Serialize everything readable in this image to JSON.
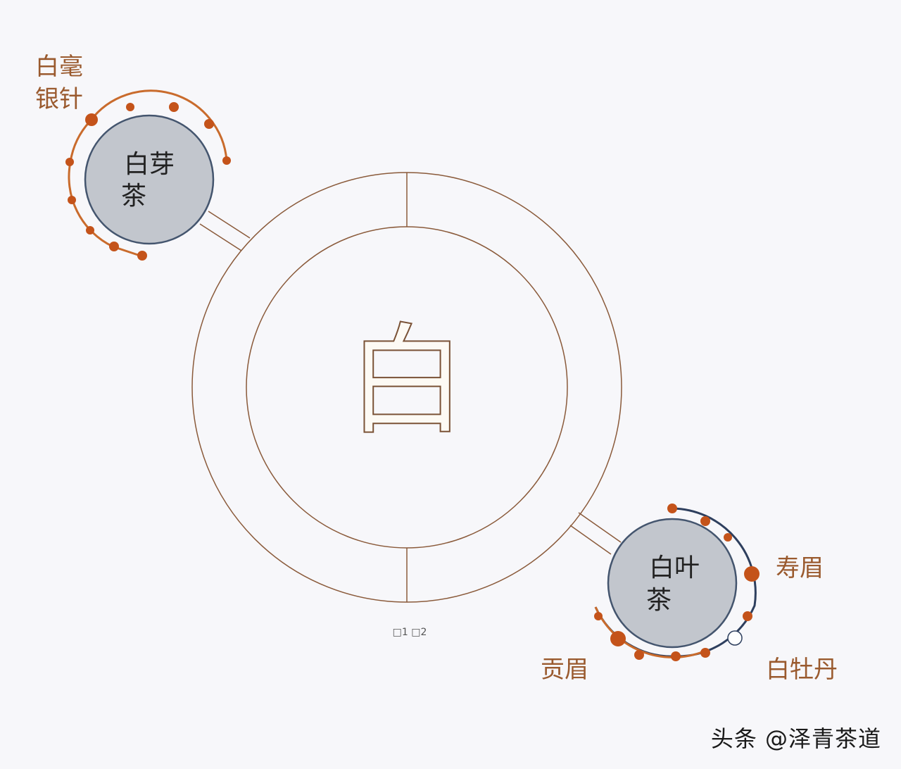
{
  "center": {
    "character": "白",
    "caption": "□1 □2"
  },
  "branches": [
    {
      "id": "bai-ya-cha",
      "node_label_line1": "白芽",
      "node_label_line2": "茶",
      "varieties": [
        {
          "label_line1": "白毫",
          "label_line2": "银针"
        }
      ]
    },
    {
      "id": "bai-ye-cha",
      "node_label_line1": "白叶",
      "node_label_line2": "茶",
      "varieties": [
        {
          "label_line1": "寿眉"
        },
        {
          "label_line1": "贡眉"
        },
        {
          "label_line1": "白牡丹"
        }
      ]
    }
  ],
  "watermark": "头条 @泽青茶道",
  "colors": {
    "ring_stroke": "#8a5a3a",
    "node_fill": "#c2c6cd",
    "orange_arc": "#c96b2c",
    "dot_fill": "#c4531a",
    "navy_arc": "#2e3f5e"
  }
}
